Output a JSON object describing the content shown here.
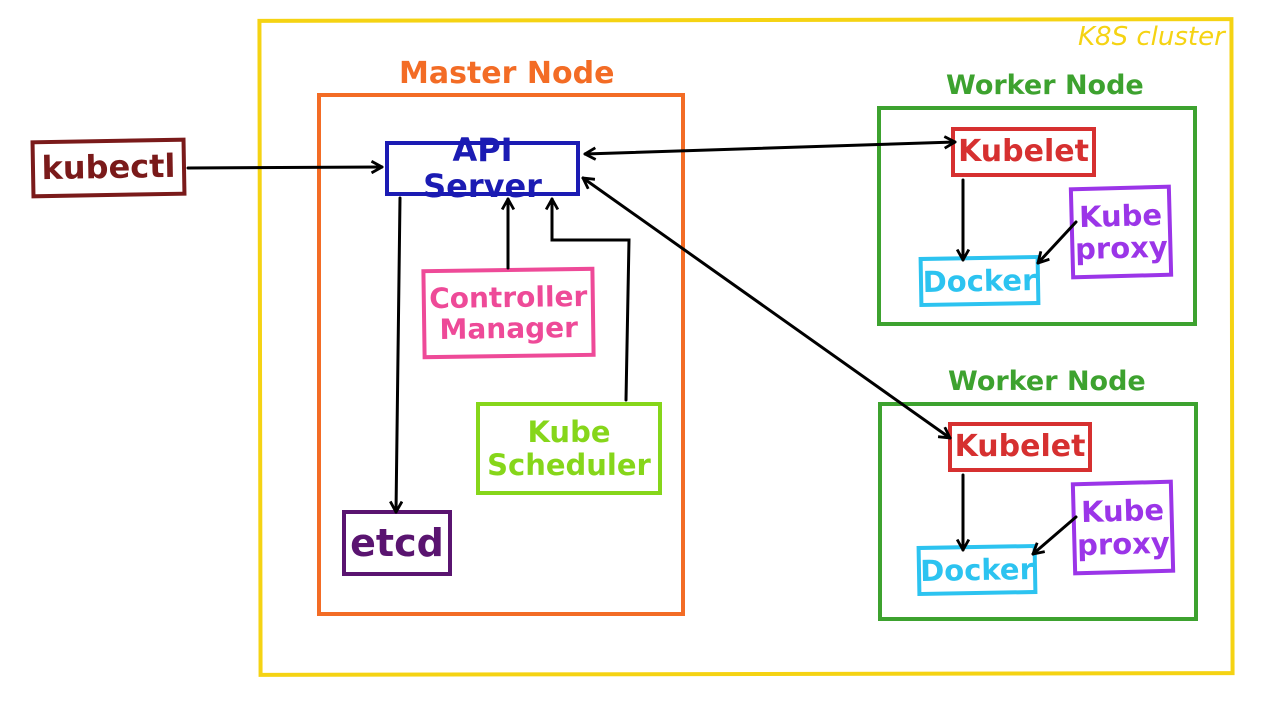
{
  "cluster": {
    "label": "K8S cluster",
    "color": "#F5D313"
  },
  "master": {
    "label": "Master Node",
    "color": "#F36C25"
  },
  "kubectl": {
    "label": "kubectl",
    "color": "#7A1A1A"
  },
  "api_server": {
    "label": "API Server",
    "color": "#1B1BB3"
  },
  "controller_manager": {
    "label": "Controller\nManager",
    "color": "#EE4A98"
  },
  "kube_scheduler": {
    "label": "Kube\nScheduler",
    "color": "#86D61A"
  },
  "etcd": {
    "label": "etcd",
    "color": "#5A1470"
  },
  "workers": [
    {
      "label": "Worker Node",
      "kubelet": "Kubelet",
      "docker": "Docker",
      "proxy": "Kube\nproxy"
    },
    {
      "label": "Worker Node",
      "kubelet": "Kubelet",
      "docker": "Docker",
      "proxy": "Kube\nproxy"
    }
  ],
  "colors": {
    "worker": "#3DA22F",
    "kubelet": "#D63030",
    "docker": "#2CC3F0",
    "proxy": "#9B35E8",
    "arrow": "#000000"
  }
}
